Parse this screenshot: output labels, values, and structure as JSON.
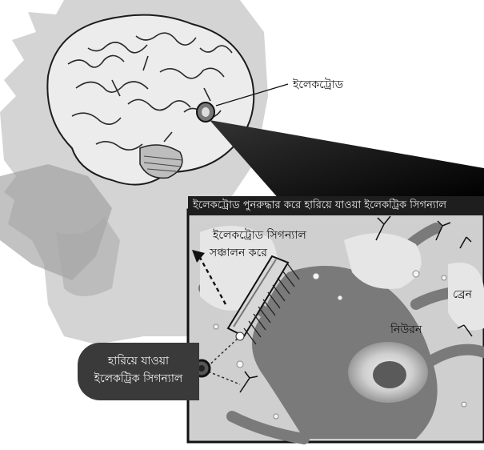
{
  "labels": {
    "electrode": "ইলেকট্রোড",
    "banner": "ইলেকট্রোড পুনরুদ্ধার করে হারিয়ে যাওয়া ইলেকট্রিক সিগন্যাল",
    "electrode_signal_line1": "ইলেকট্রোড সিগন্যাল",
    "electrode_signal_line2": "সঞ্চালন করে",
    "brain": "ব্রেন",
    "neuron": "নিউরন",
    "lost_signal_line1": "হারিয়ে যাওয়া",
    "lost_signal_line2": "ইলেকট্রিক সিগন্যাল"
  },
  "colors": {
    "head": "#d4d4d4",
    "face_shadow": "#9a9a9a",
    "brain": "#ececec",
    "brain_folds": "#2a2a2a",
    "inset_bg": "#cfcfcf",
    "neuron_dark": "#7a7a7a",
    "nucleus": "#5a5a5a",
    "banner": "#1e1e1e"
  }
}
